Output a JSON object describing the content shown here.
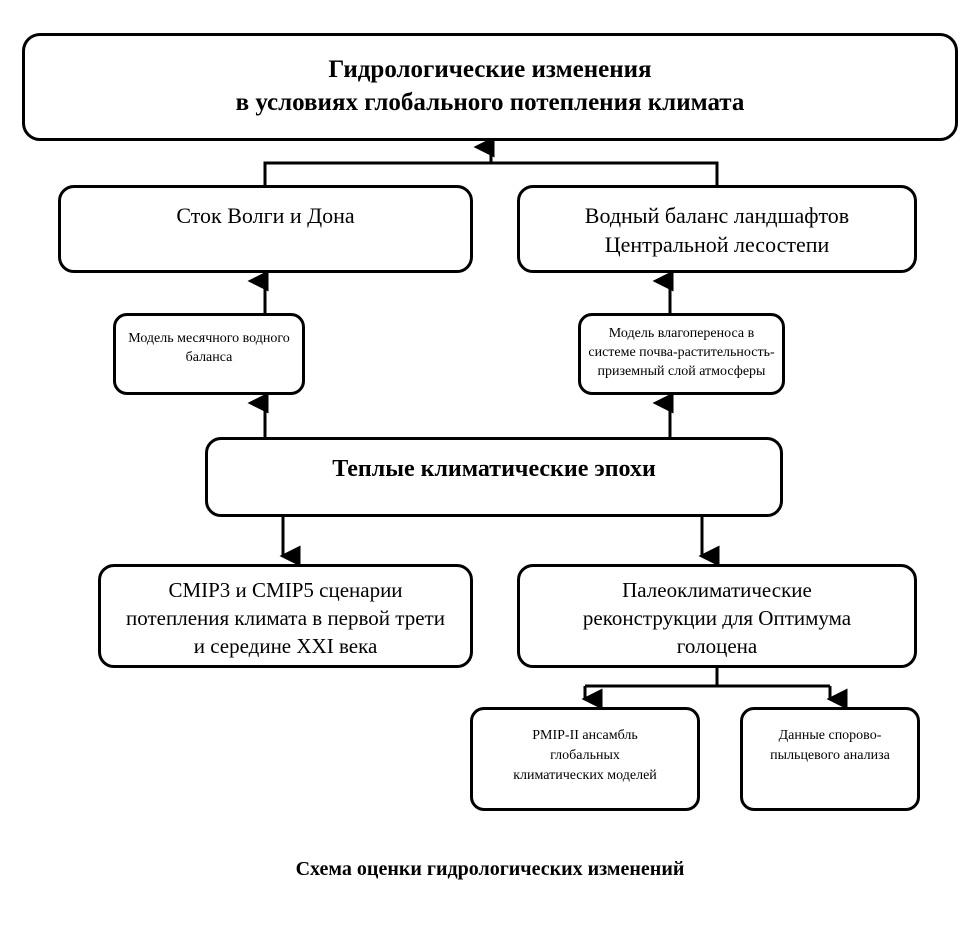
{
  "diagram": {
    "caption": "Схема оценки гидрологических изменений",
    "line_color": "#000000",
    "background_color": "#ffffff",
    "nodes": {
      "title": "Гидрологические изменения\nв условиях глобального потепления климата",
      "runoff": "Сток Волги и Дона",
      "water_balance": "Водный баланс ландшафтов\nЦентральной лесостепи",
      "monthly_model": "Модель месячного водного\nбаланса",
      "moisture_model": "Модель влагопереноса в\nсистеме почва-растительность-\nприземный слой атмосферы",
      "warm_epochs": "Теплые климатические эпохи",
      "cmip": "CMIP3 и CMIP5 сценарии\nпотепления климата в первой трети\nи середине XXI века",
      "paleo": "Палеоклиматические\nреконструкции для Оптимума\nголоцена",
      "pmip": "PMIP-II ансамбль\nглобальных\nклиматических моделей",
      "pollen": "Данные спорово-\nпыльцевого анализа"
    },
    "edges": [
      {
        "from": "runoff",
        "to": "title",
        "direction": "up",
        "style": "merge-bus"
      },
      {
        "from": "water_balance",
        "to": "title",
        "direction": "up",
        "style": "merge-bus"
      },
      {
        "from": "monthly_model",
        "to": "runoff",
        "direction": "up",
        "style": "straight"
      },
      {
        "from": "moisture_model",
        "to": "water_balance",
        "direction": "up",
        "style": "straight"
      },
      {
        "from": "warm_epochs",
        "to": "monthly_model",
        "direction": "up",
        "style": "straight"
      },
      {
        "from": "warm_epochs",
        "to": "moisture_model",
        "direction": "up",
        "style": "straight"
      },
      {
        "from": "warm_epochs",
        "to": "cmip",
        "direction": "down",
        "style": "straight"
      },
      {
        "from": "warm_epochs",
        "to": "paleo",
        "direction": "down",
        "style": "straight"
      },
      {
        "from": "paleo",
        "to": "pmip",
        "direction": "down",
        "style": "split-bus"
      },
      {
        "from": "paleo",
        "to": "pollen",
        "direction": "down",
        "style": "split-bus"
      }
    ]
  }
}
